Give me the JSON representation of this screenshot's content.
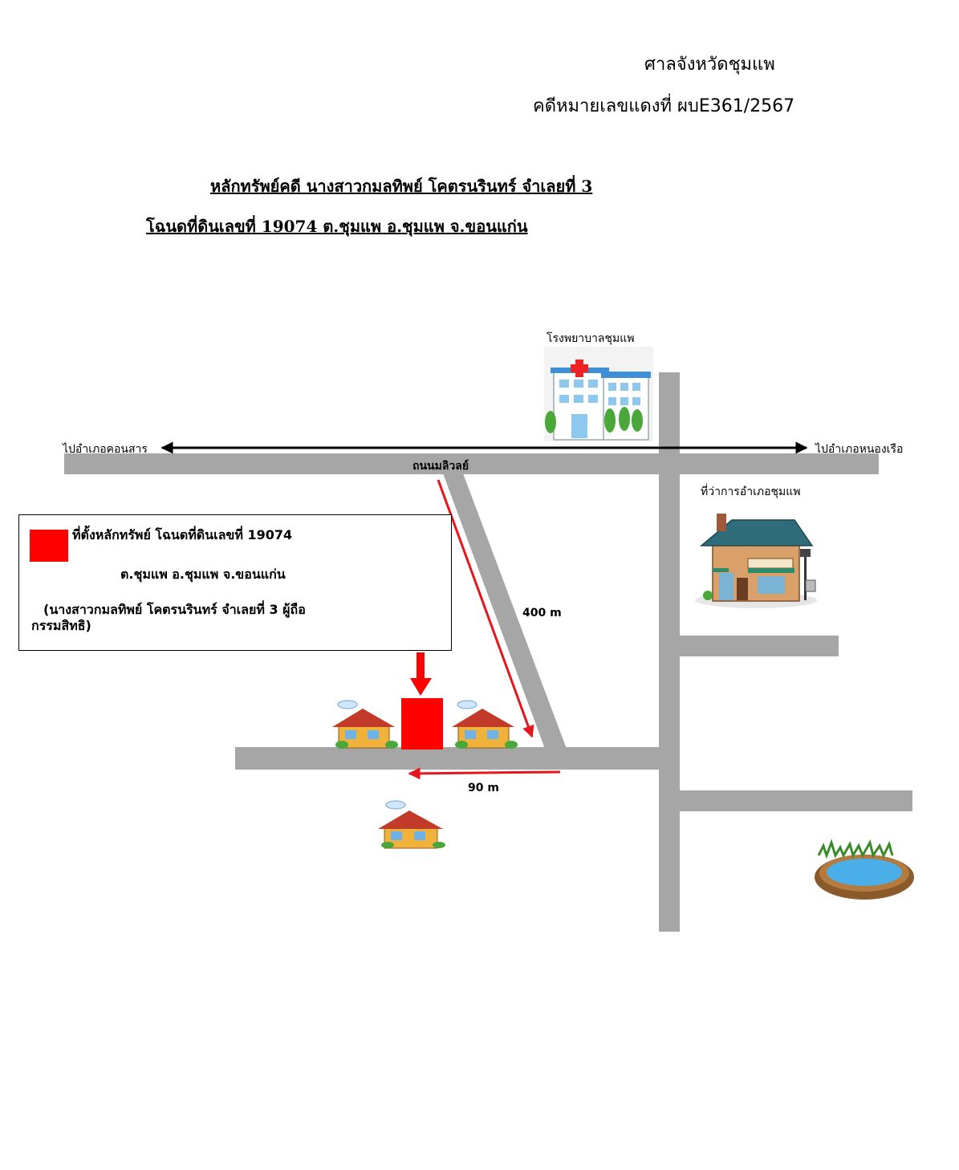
{
  "header": {
    "court": "ศาลจังหวัดชุมแพ",
    "case_number": "คดีหมายเลขแดงที่ ผบE361/2567"
  },
  "title": {
    "line1": "หลักทรัพย์คดี นางสาวกมลทิพย์  โคตรนรินทร์ จำเลยที่ 3",
    "line2": "โฉนดที่ดินเลขที่ 19074 ต.ชุมแพ อ.ชุมแพ จ.ขอนแก่น"
  },
  "map": {
    "hospital_label": "โรงพยาบาลชุมแพ",
    "to_left": "ไปอำเภอคอนสาร",
    "to_right": "ไปอำเภอหนองเรือ",
    "road_name": "ถนนมลิวลย์",
    "district_office_label": "ที่ว่าการอำเภอชุมแพ",
    "distance_diagonal": "400 m",
    "distance_horizontal": "90 m"
  },
  "legend": {
    "line1": "ที่ตั้งหลักทรัพย์ โฉนดที่ดินเลขที่ 19074",
    "line2": "ต.ชุมแพ อ.ชุมแพ จ.ขอนแก่น",
    "line3": "(นางสาวกมลทิพย์ โคตรนรินทร์ จำเลยที่ 3 ผู้ถือ",
    "line4": "กรรมสิทธิ)"
  },
  "colors": {
    "road": "#a6a6a6",
    "marker": "#ff0000",
    "arrow": "#e8141c"
  }
}
